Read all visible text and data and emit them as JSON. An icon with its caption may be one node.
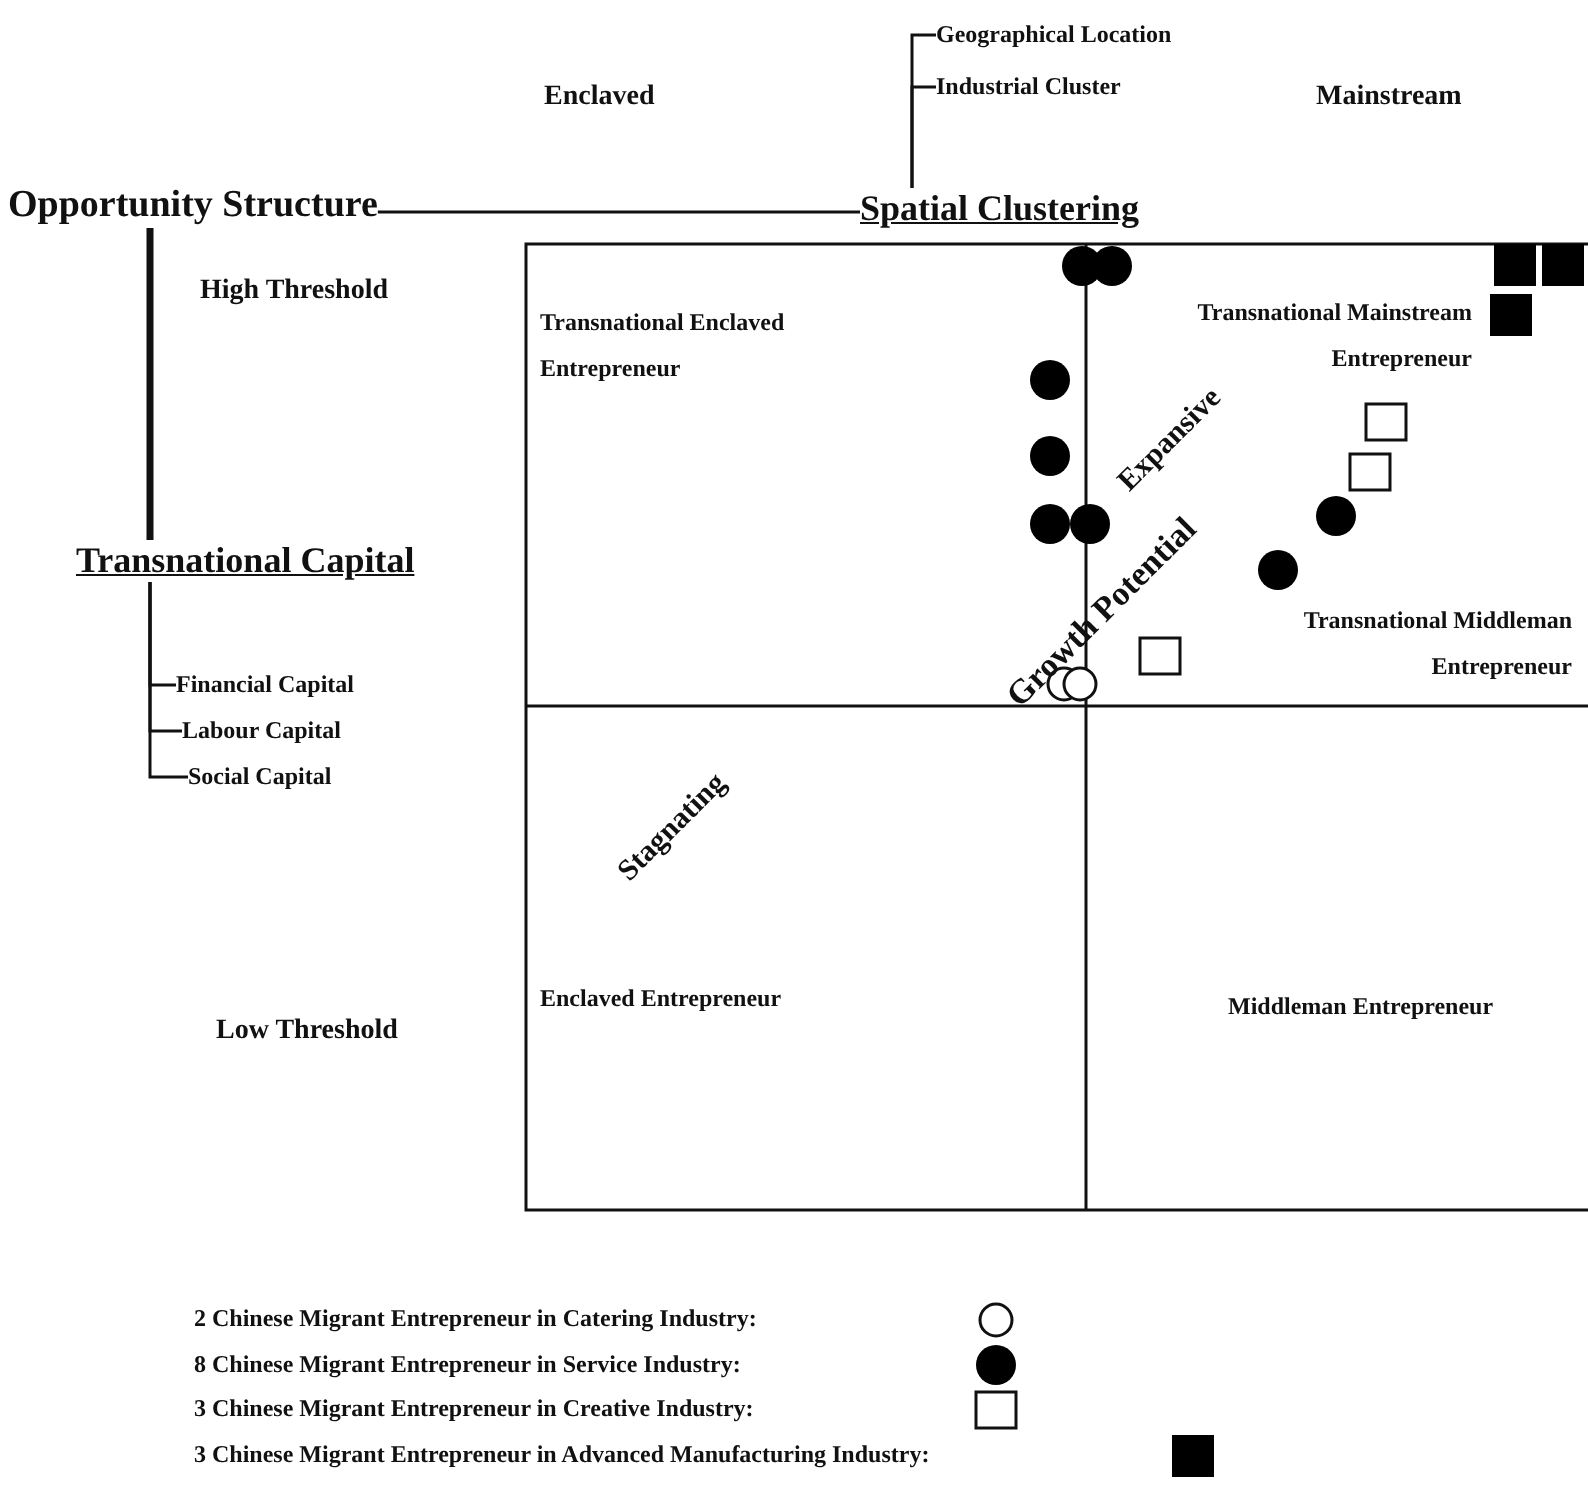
{
  "diagram": {
    "nodes": [
      {
        "text": [
          "Opportunity Structure"
        ]
      },
      {
        "text": [
          "Spatial Clustering"
        ]
      },
      {
        "text": [
          "Geographical Location"
        ]
      },
      {
        "text": [
          "Industrial Cluster"
        ]
      },
      {
        "text": [
          "Transnational Capital"
        ]
      },
      {
        "text": [
          "Financial Capital"
        ]
      },
      {
        "text": [
          "Labour Capital"
        ]
      },
      {
        "text": [
          "Social Capital"
        ]
      }
    ],
    "edges": [
      {
        "from": 0,
        "to": 1,
        "arrow": "none"
      },
      {
        "from": 1,
        "to": 2,
        "arrow": "none"
      },
      {
        "from": 1,
        "to": 3,
        "arrow": "none"
      },
      {
        "from": 0,
        "to": 4,
        "arrow": "none",
        "style": "thick"
      },
      {
        "from": 4,
        "to": 5,
        "arrow": "none"
      },
      {
        "from": 4,
        "to": 6,
        "arrow": "none"
      },
      {
        "from": 4,
        "to": 7,
        "arrow": "none"
      }
    ],
    "labels": [
      "Enclaved",
      "Mainstream",
      "High Threshold",
      "Transnational Enclaved Entrepreneur",
      "Transnational Mainstream Entrepreneur",
      "Expansive",
      "Growth Potential",
      "Transnational Middleman Entrepreneur",
      "Stagnating",
      "Low Threshold",
      "Enclaved Entrepreneur",
      "Middleman Entrepreneur"
    ],
    "legend": [
      {
        "text": "2 Chinese Migrant Entrepreneur in Catering Industry:"
      },
      {
        "text": "8 Chinese Migrant Entrepreneur in Service Industry:"
      },
      {
        "text": "3 Chinese Migrant Entrepreneur in Creative Industry:"
      },
      {
        "text": "3 Chinese Migrant Entrepreneur in Advanced Manufacturing Industry:"
      }
    ]
  }
}
